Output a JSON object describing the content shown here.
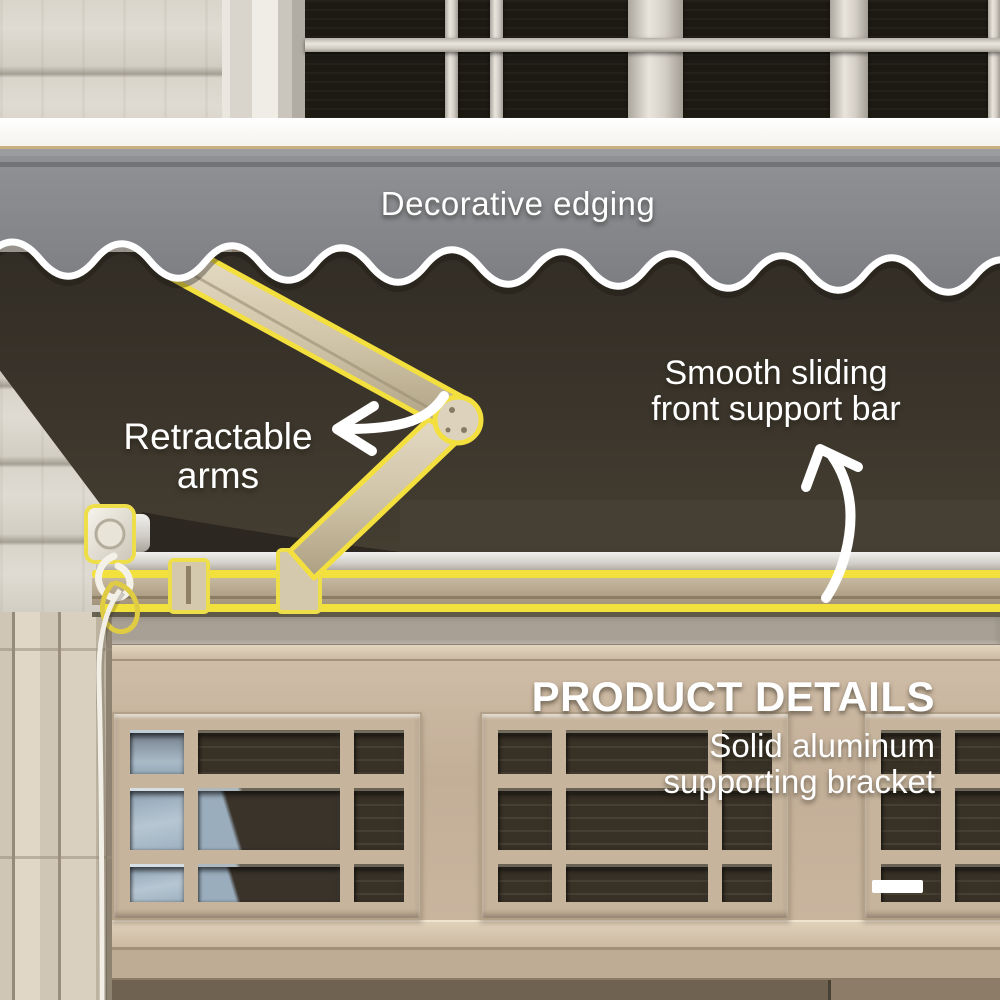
{
  "annotations": {
    "decorative_edging": {
      "label": "Decorative edging"
    },
    "retractable_arms": {
      "line1": "Retractable",
      "line2": "arms"
    },
    "front_support_bar": {
      "line1": "Smooth sliding",
      "line2": "front support bar"
    },
    "product_details": {
      "title": "PRODUCT DETAILS",
      "subtitle_line1": "Solid aluminum",
      "subtitle_line2": "supporting bracket"
    }
  },
  "icons": {
    "arrow_to_arms": "curved-arrow-left",
    "arrow_to_bar": "curved-arrow-up",
    "bottom_right_dash": "minus-indicator"
  },
  "colors": {
    "highlight_yellow": "#f2e03c",
    "awning_valance_gray": "#85878b",
    "awning_underside_brown": "#3a342b",
    "label_text": "#ffffff",
    "wall_beige": "#c8b5a0"
  }
}
